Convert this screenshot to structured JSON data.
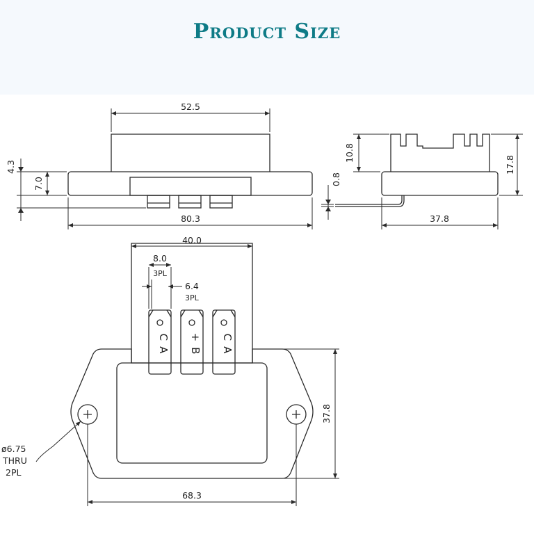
{
  "header": {
    "title": "Product Size"
  },
  "colors": {
    "title": "#0e7b86",
    "line": "#2a2a2a",
    "background": "#ffffff"
  },
  "dimensions": {
    "top_width": "52.5",
    "base_width": "80.3",
    "thickness_4_3": "4.3",
    "thickness_7_0": "7.0",
    "terminal_gap": "0.8",
    "side_fin_height": "10.8",
    "side_total_height": "17.8",
    "side_depth": "37.8",
    "terminal_block_width": "40.0",
    "terminal_pitch": "8.0",
    "terminal_pitch_qty": "3PL",
    "terminal_width": "6.4",
    "terminal_width_qty": "3PL",
    "hole_diameter": "ø6.75",
    "hole_note_1": "THRU",
    "hole_note_2": "2PL",
    "body_height": "37.8",
    "hole_spacing": "68.3"
  },
  "terminals": [
    {
      "label": "C\nA"
    },
    {
      "label": "+\nB"
    },
    {
      "label": "C\nA"
    }
  ]
}
